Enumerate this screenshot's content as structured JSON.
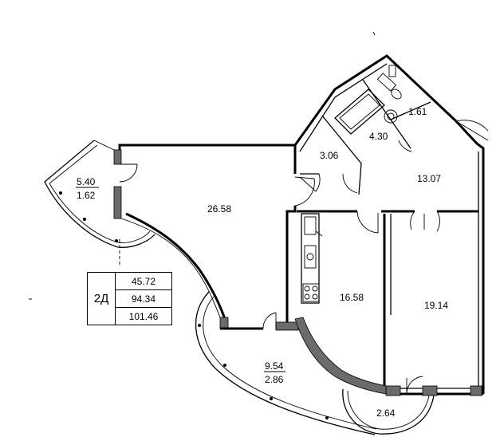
{
  "apartment_type": "2Д",
  "summary": {
    "living_area": "45.72",
    "total_area": "94.34",
    "total_with_balconies": "101.46"
  },
  "rooms": {
    "living_room": "26.58",
    "bedroom": "19.14",
    "kitchen": "16.58",
    "hall": "13.07",
    "bathroom": "4.30",
    "wc": "1.61",
    "storage": "3.06",
    "loggia_left_area": "5.40",
    "loggia_left_reduced": "1.62",
    "loggia_bottom_area": "9.54",
    "loggia_bottom_reduced": "2.86",
    "balcony_small": "2.64"
  }
}
